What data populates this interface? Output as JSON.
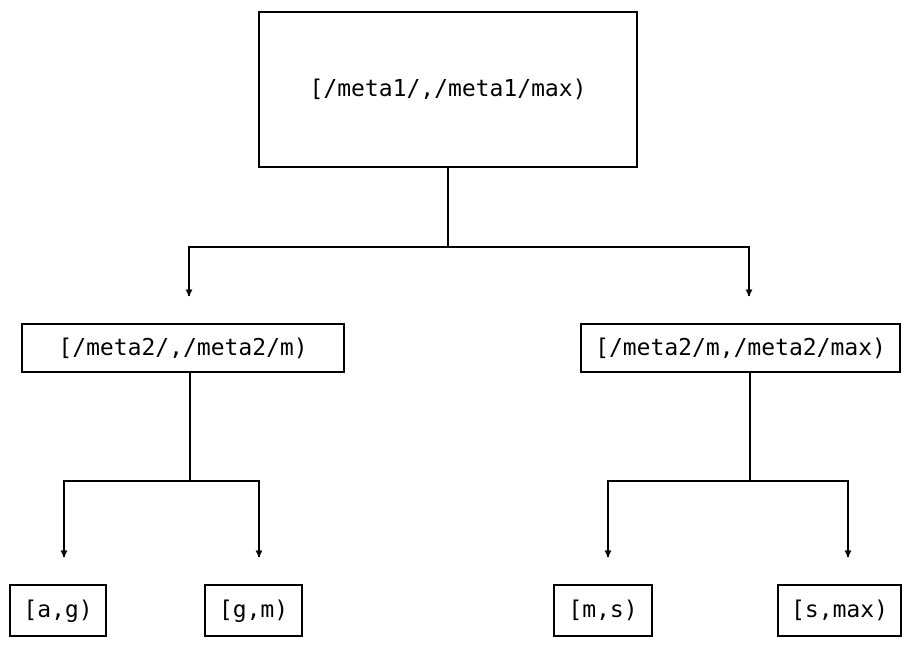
{
  "diagram": {
    "type": "tree",
    "orientation": "top-down",
    "background_color": "#ffffff",
    "stroke_color": "#000000",
    "text_color": "#000000",
    "nodes": {
      "root": {
        "id": "root",
        "label": "[/meta1/,/meta1/max)",
        "level": 0
      },
      "mid_left": {
        "id": "mid-left",
        "label": "[/meta2/,/meta2/m)",
        "level": 1
      },
      "mid_right": {
        "id": "mid-right",
        "label": "[/meta2/m,/meta2/max)",
        "level": 1
      },
      "leaves": [
        {
          "id": "leaf-0",
          "label": "[a,g)",
          "level": 2
        },
        {
          "id": "leaf-1",
          "label": "[g,m)",
          "level": 2
        },
        {
          "id": "leaf-2",
          "label": "[m,s)",
          "level": 2
        },
        {
          "id": "leaf-3",
          "label": "[s,max)",
          "level": 2
        }
      ]
    },
    "edges": [
      {
        "from": "root",
        "to": "mid-left",
        "arrow": "triangle"
      },
      {
        "from": "root",
        "to": "mid-right",
        "arrow": "triangle"
      },
      {
        "from": "mid-left",
        "to": "leaf-0",
        "arrow": "triangle"
      },
      {
        "from": "mid-left",
        "to": "leaf-1",
        "arrow": "triangle"
      },
      {
        "from": "mid-right",
        "to": "leaf-2",
        "arrow": "triangle"
      },
      {
        "from": "mid-right",
        "to": "leaf-3",
        "arrow": "triangle"
      }
    ]
  }
}
